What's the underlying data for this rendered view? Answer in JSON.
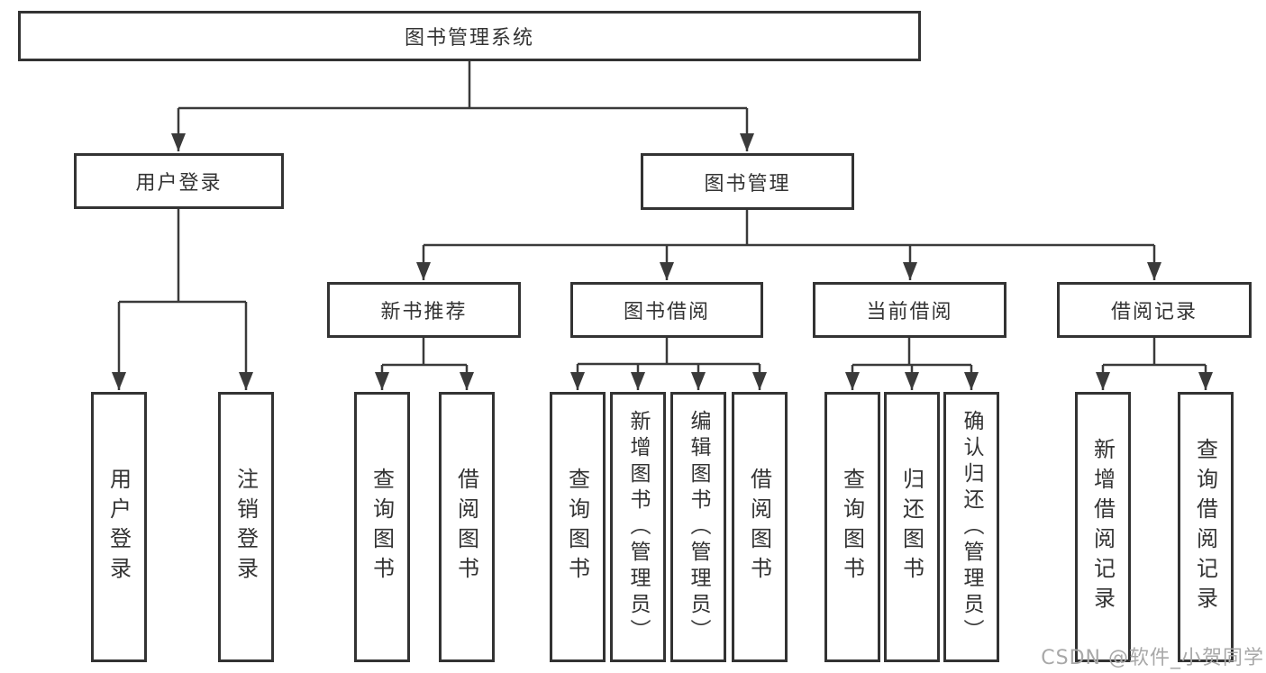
{
  "diagram": {
    "title": "图书管理系统",
    "type": "hierarchy-tree",
    "root": {
      "label": "图书管理系统"
    },
    "level2": [
      {
        "label": "用户登录",
        "parent": "图书管理系统"
      },
      {
        "label": "图书管理",
        "parent": "图书管理系统"
      }
    ],
    "level3": [
      {
        "label": "新书推荐",
        "parent": "图书管理"
      },
      {
        "label": "图书借阅",
        "parent": "图书管理"
      },
      {
        "label": "当前借阅",
        "parent": "图书管理"
      },
      {
        "label": "借阅记录",
        "parent": "图书管理"
      }
    ],
    "leaves": [
      {
        "label": "用户登录",
        "parent": "用户登录"
      },
      {
        "label": "注销登录",
        "parent": "用户登录"
      },
      {
        "label": "查询图书",
        "parent": "新书推荐"
      },
      {
        "label": "借阅图书",
        "parent": "新书推荐"
      },
      {
        "label": "查询图书",
        "parent": "图书借阅"
      },
      {
        "label": "新增图书（管理员）",
        "parent": "图书借阅"
      },
      {
        "label": "编辑图书（管理员）",
        "parent": "图书借阅"
      },
      {
        "label": "借阅图书",
        "parent": "图书借阅"
      },
      {
        "label": "查询图书",
        "parent": "当前借阅"
      },
      {
        "label": "归还图书",
        "parent": "当前借阅"
      },
      {
        "label": "确认归还（管理员）",
        "parent": "当前借阅"
      },
      {
        "label": "新增借阅记录",
        "parent": "借阅记录"
      },
      {
        "label": "查询借阅记录",
        "parent": "借阅记录"
      }
    ]
  },
  "watermark": {
    "text": "CSDN @软件_小贺同学"
  },
  "colors": {
    "line": "#3a3a3a",
    "box_border": "#333333",
    "text": "#333333",
    "watermark": "#a8a8a8",
    "background": "#ffffff"
  }
}
